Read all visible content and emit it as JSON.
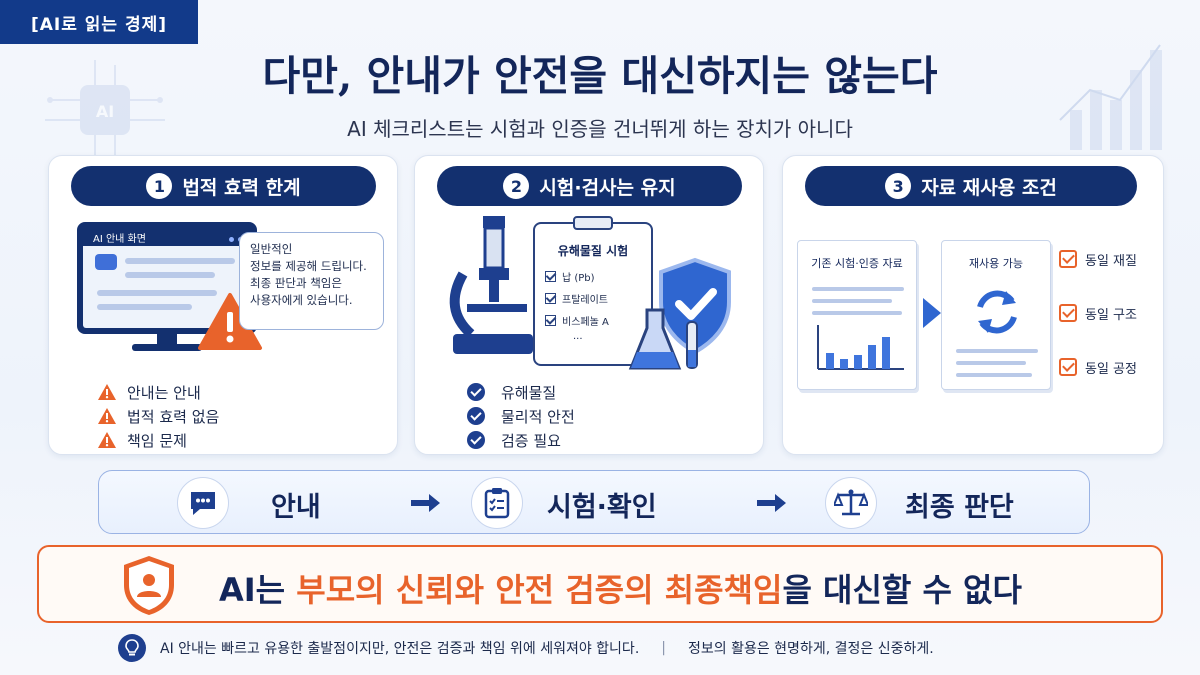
{
  "tag": "[AI로 읽는 경제]",
  "title": "다만, 안내가 안전을 대신하지는 않는다",
  "subtitle": "AI 체크리스트는 시험과 인증을 건너뛰게 하는 장치가 아니다",
  "deco": {
    "ai_chip": "AI"
  },
  "cards": [
    {
      "number": "1",
      "title": "법적 효력 한계",
      "screen_title": "AI 안내 화면",
      "bubble": [
        "일반적인",
        "정보를 제공해 드립니다.",
        "최종 판단과 책임은",
        "사용자에게 있습니다."
      ],
      "items": [
        "안내는 안내",
        "법적 효력 없음",
        "책임 문제"
      ]
    },
    {
      "number": "2",
      "title": "시험·검사는 유지",
      "clipboard_title": "유해물질 시험",
      "clipboard_items": [
        "납 (Pb)",
        "프탈레이트",
        "비스페놀 A"
      ],
      "clipboard_more": "...",
      "items": [
        "유해물질",
        "물리적 안전",
        "검증 필요"
      ]
    },
    {
      "number": "3",
      "title": "자료 재사용 조건",
      "doc_left": "기존 시험·인증 자료",
      "doc_right": "재사용 가능",
      "items": [
        "동일 재질",
        "동일 구조",
        "동일 공정"
      ]
    }
  ],
  "flow": [
    "안내",
    "시험·확인",
    "최종 판단"
  ],
  "banner": {
    "prefix": "AI는 ",
    "hl1": "부모의 신뢰와",
    "mid": " ",
    "hl2": "안전 검증의 최종책임",
    "suffix": "을 대신할 수 없다"
  },
  "footer": {
    "left": "AI 안내는 빠르고 유용한 출발점이지만, 안전은 검증과 책임 위에 세워져야 합니다.",
    "sep": "|",
    "right": "정보의 활용은 현명하게, 결정은 신중하게."
  },
  "colors": {
    "navy": "#13306f",
    "orange": "#e8632b",
    "blue": "#2f66d0"
  }
}
